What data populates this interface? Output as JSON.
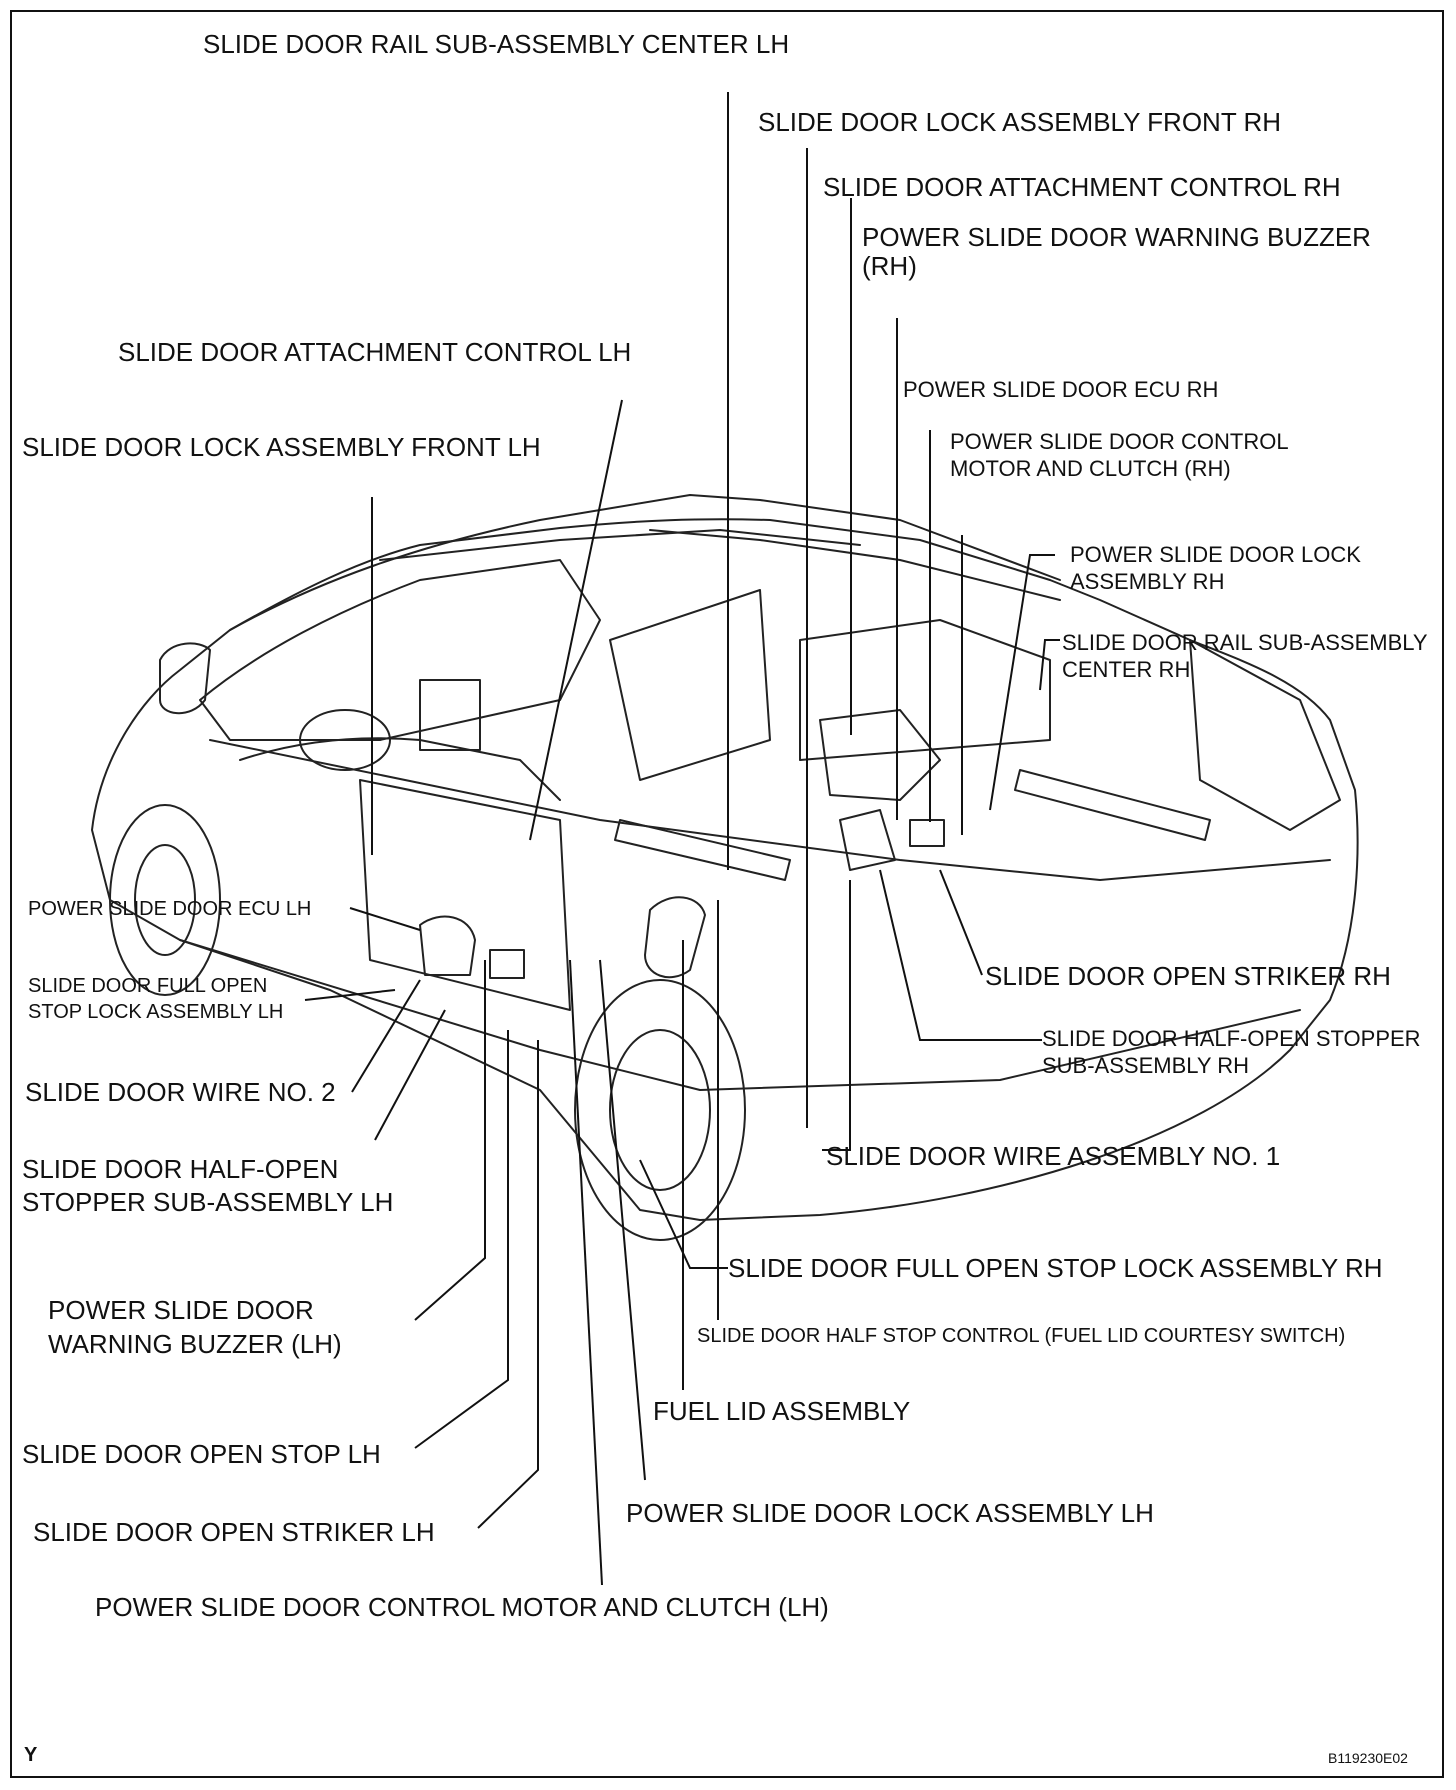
{
  "diagram": {
    "labels": {
      "rail_center_lh": "SLIDE DOOR RAIL SUB-ASSEMBLY CENTER LH",
      "lock_front_rh": "SLIDE DOOR LOCK ASSEMBLY FRONT RH",
      "attach_ctrl_rh": "SLIDE DOOR ATTACHMENT CONTROL RH",
      "buzzer_rh_1": "POWER SLIDE DOOR WARNING BUZZER",
      "buzzer_rh_2": "(RH)",
      "attach_ctrl_lh": "SLIDE DOOR ATTACHMENT CONTROL LH",
      "lock_front_lh": "SLIDE DOOR LOCK ASSEMBLY FRONT LH",
      "ecu_rh": "POWER SLIDE DOOR ECU RH",
      "motor_rh_1": "POWER SLIDE DOOR CONTROL",
      "motor_rh_2": "MOTOR AND CLUTCH (RH)",
      "pwr_lock_rh_1": "POWER SLIDE DOOR LOCK",
      "pwr_lock_rh_2": "ASSEMBLY RH",
      "rail_center_rh_1": "SLIDE DOOR RAIL SUB-ASSEMBLY",
      "rail_center_rh_2": "CENTER RH",
      "ecu_lh": "POWER SLIDE DOOR ECU LH",
      "full_open_lh_1": "SLIDE DOOR FULL OPEN",
      "full_open_lh_2": "STOP LOCK ASSEMBLY LH",
      "open_striker_rh": "SLIDE DOOR OPEN STRIKER RH",
      "half_open_rh_1": "SLIDE DOOR HALF-OPEN STOPPER",
      "half_open_rh_2": "SUB-ASSEMBLY RH",
      "wire_no2": "SLIDE DOOR WIRE NO. 2",
      "wire_no1": "SLIDE DOOR WIRE ASSEMBLY NO. 1",
      "half_open_lh_1": "SLIDE DOOR HALF-OPEN",
      "half_open_lh_2": "STOPPER SUB-ASSEMBLY LH",
      "full_open_rh": "SLIDE DOOR FULL OPEN STOP LOCK ASSEMBLY RH",
      "buzzer_lh_1": "POWER SLIDE DOOR",
      "buzzer_lh_2": "WARNING BUZZER (LH)",
      "half_stop_ctrl": "SLIDE DOOR HALF STOP CONTROL (FUEL LID COURTESY SWITCH)",
      "fuel_lid": "FUEL LID ASSEMBLY",
      "open_stop_lh": "SLIDE DOOR OPEN STOP LH",
      "pwr_lock_lh": "POWER SLIDE DOOR LOCK ASSEMBLY LH",
      "open_striker_lh": "SLIDE DOOR OPEN STRIKER LH",
      "motor_lh": "POWER SLIDE DOOR CONTROL MOTOR AND CLUTCH  (LH)"
    },
    "corner_left": "Y",
    "corner_right": "B119230E02"
  }
}
